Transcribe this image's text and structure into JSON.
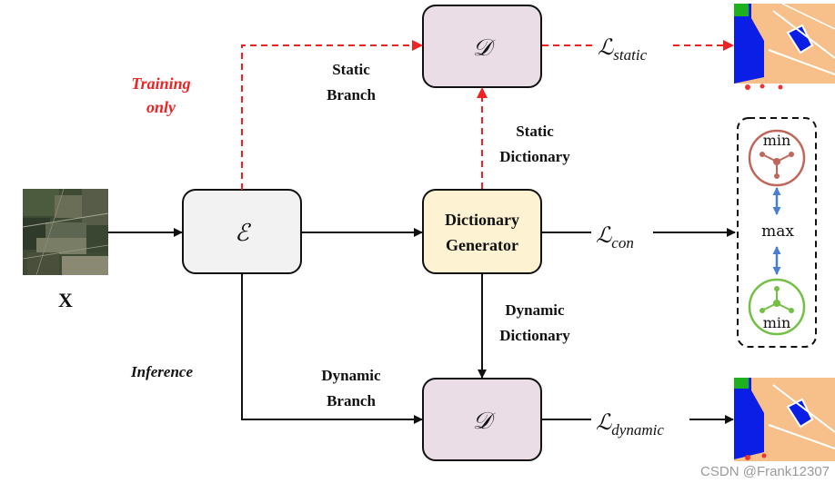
{
  "input": {
    "label": "X"
  },
  "encoder": {
    "symbol": "ℰ"
  },
  "discriminator_static": {
    "symbol": "𝒟"
  },
  "discriminator_dynamic": {
    "symbol": "𝒟"
  },
  "dictionary_generator": {
    "line1": "Dictionary",
    "line2": "Generator"
  },
  "labels": {
    "training_only_line1": "Training",
    "training_only_line2": "only",
    "static_branch_line1": "Static",
    "static_branch_line2": "Branch",
    "static_dictionary_line1": "Static",
    "static_dictionary_line2": "Dictionary",
    "dynamic_dictionary_line1": "Dynamic",
    "dynamic_dictionary_line2": "Dictionary",
    "dynamic_branch_line1": "Dynamic",
    "dynamic_branch_line2": "Branch",
    "inference": "Inference"
  },
  "losses": {
    "static_base": "ℒ",
    "static_sub": "static",
    "con_base": "ℒ",
    "con_sub": "con",
    "dynamic_base": "ℒ",
    "dynamic_sub": "dynamic"
  },
  "contrast_box": {
    "top_label": "min",
    "middle_label": "max",
    "bottom_label": "min"
  },
  "watermark": "CSDN @Frank12307",
  "colors": {
    "red_dashed": "#ee2222",
    "discriminator_fill": "#eadde6",
    "generator_fill": "#fdf3d3",
    "encoder_fill": "#f2f2f2",
    "min_top": "#c0665a",
    "min_bottom": "#74c045",
    "double_arrow": "#4a7fd0"
  }
}
